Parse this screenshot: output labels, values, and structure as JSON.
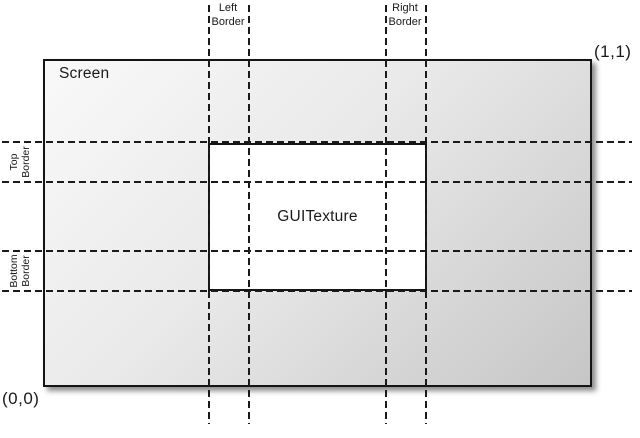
{
  "diagram": {
    "screen_label": "Screen",
    "texture_label": "GUITexture",
    "coords": {
      "top_right": "(1,1)",
      "bottom_left": "(0,0)"
    },
    "border_labels": {
      "left": {
        "line1": "Left",
        "line2": "Border"
      },
      "right": {
        "line1": "Right",
        "line2": "Border"
      },
      "top": {
        "line1": "Top",
        "line2": "Border"
      },
      "bottom": {
        "line1": "Bottom",
        "line2": "Border"
      }
    },
    "colors": {
      "line": "#1a1a1a",
      "screen_gradient_start": "#f9f9f9",
      "screen_gradient_end": "#c6c6c6",
      "texture_fill": "#ffffff",
      "background": "#ffffff"
    }
  }
}
